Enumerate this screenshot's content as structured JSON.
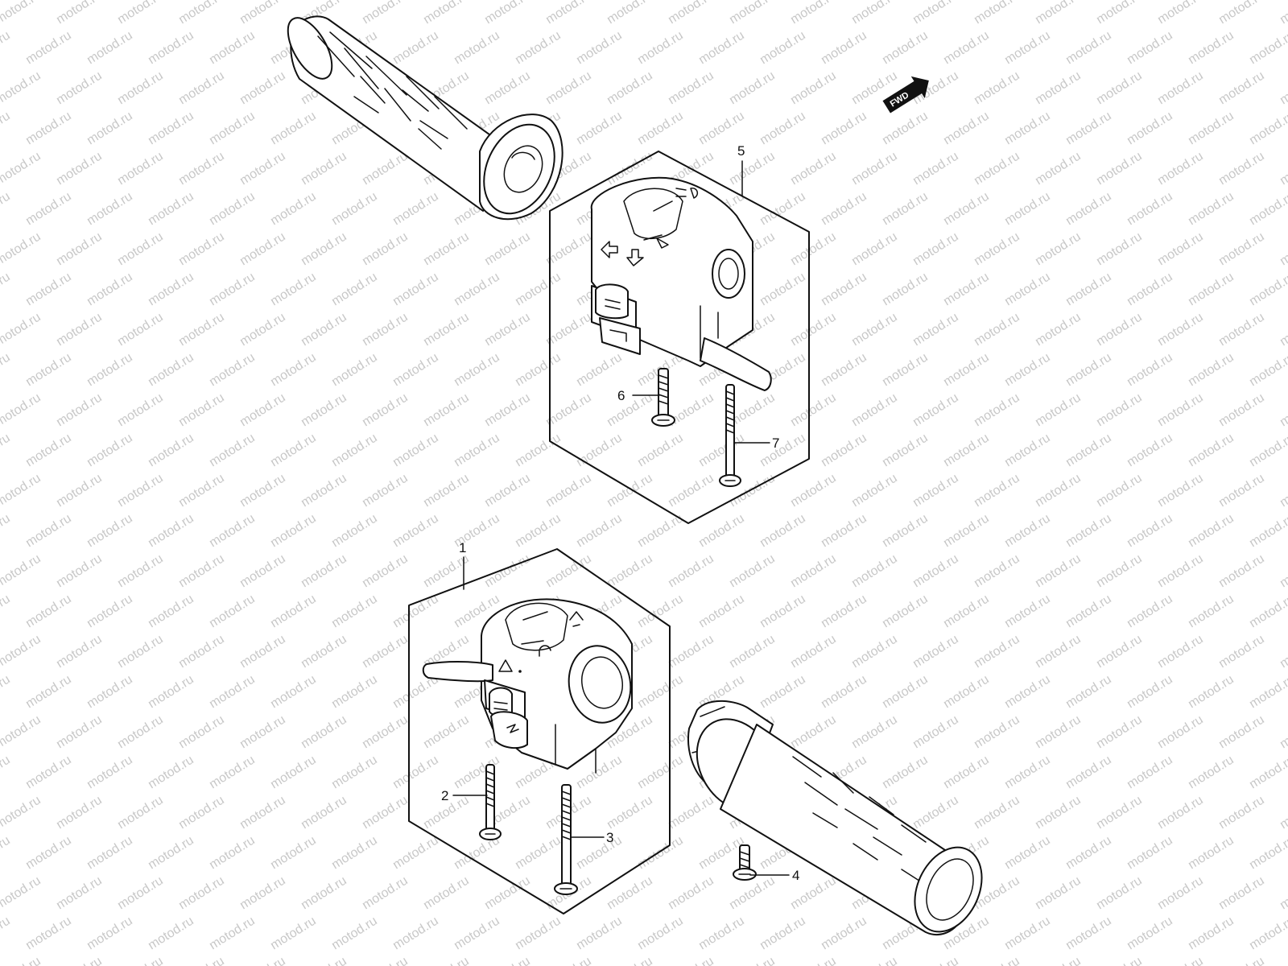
{
  "watermark": {
    "text": "motod.ru",
    "color": "#c8c8c8"
  },
  "fwd_badge": {
    "label": "FWD"
  },
  "callouts": [
    {
      "id": "1",
      "text": "1"
    },
    {
      "id": "2",
      "text": "2"
    },
    {
      "id": "3",
      "text": "3"
    },
    {
      "id": "4",
      "text": "4"
    },
    {
      "id": "5",
      "text": "5"
    },
    {
      "id": "6",
      "text": "6"
    },
    {
      "id": "7",
      "text": "7"
    }
  ],
  "colors": {
    "line": "#111111",
    "background": "#ffffff"
  }
}
